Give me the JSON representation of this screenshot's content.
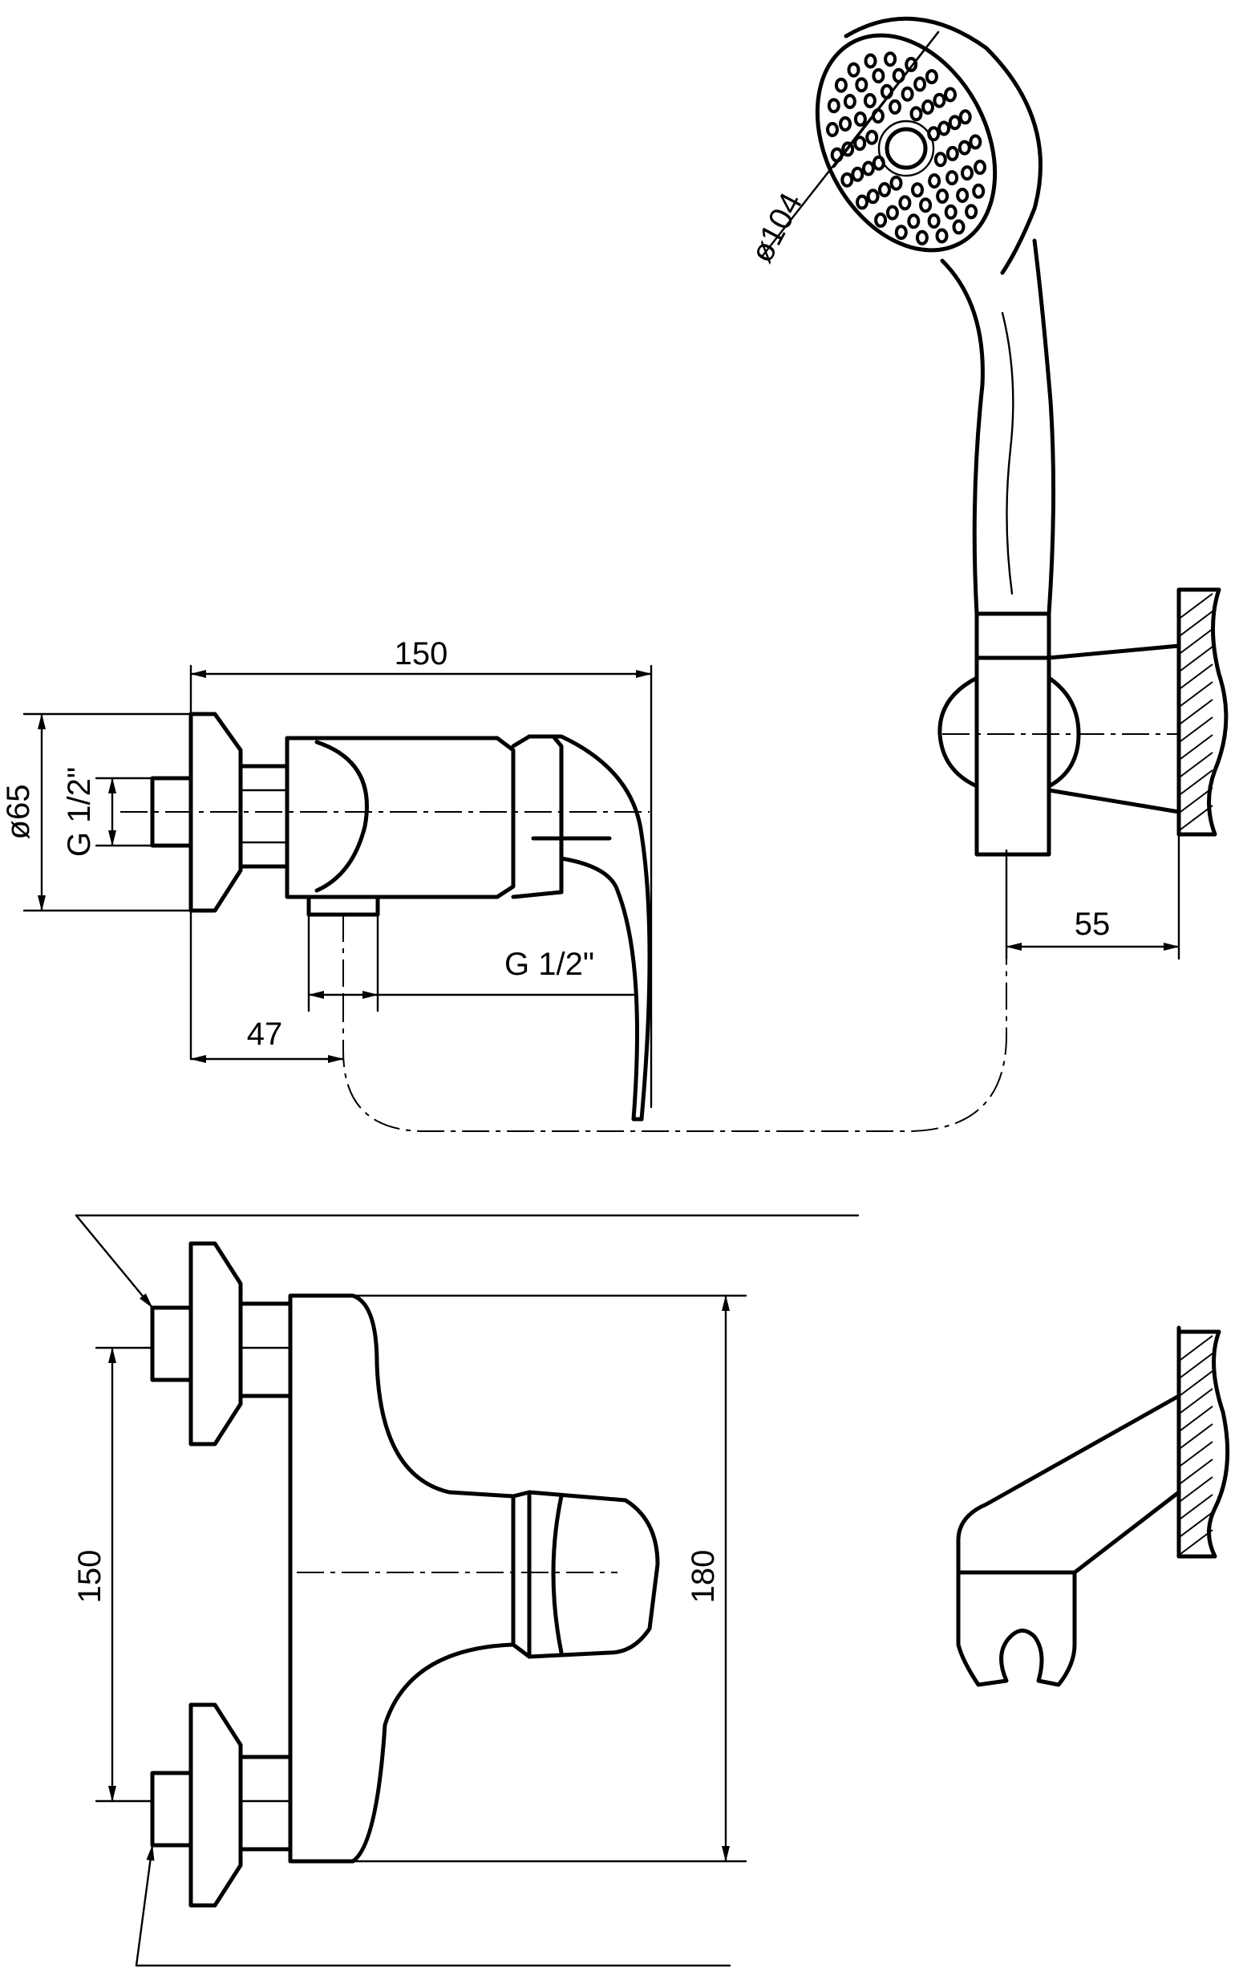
{
  "dimensions": {
    "mixer_length": "150",
    "flange_diameter": "ø65",
    "inlet_thread": "G 1/2\"",
    "outlet_thread": "G 1/2\"",
    "outlet_offset": "47",
    "holder_projection": "55",
    "shower_head_diameter": "ø104",
    "inlet_spacing": "150",
    "body_height": "180"
  }
}
